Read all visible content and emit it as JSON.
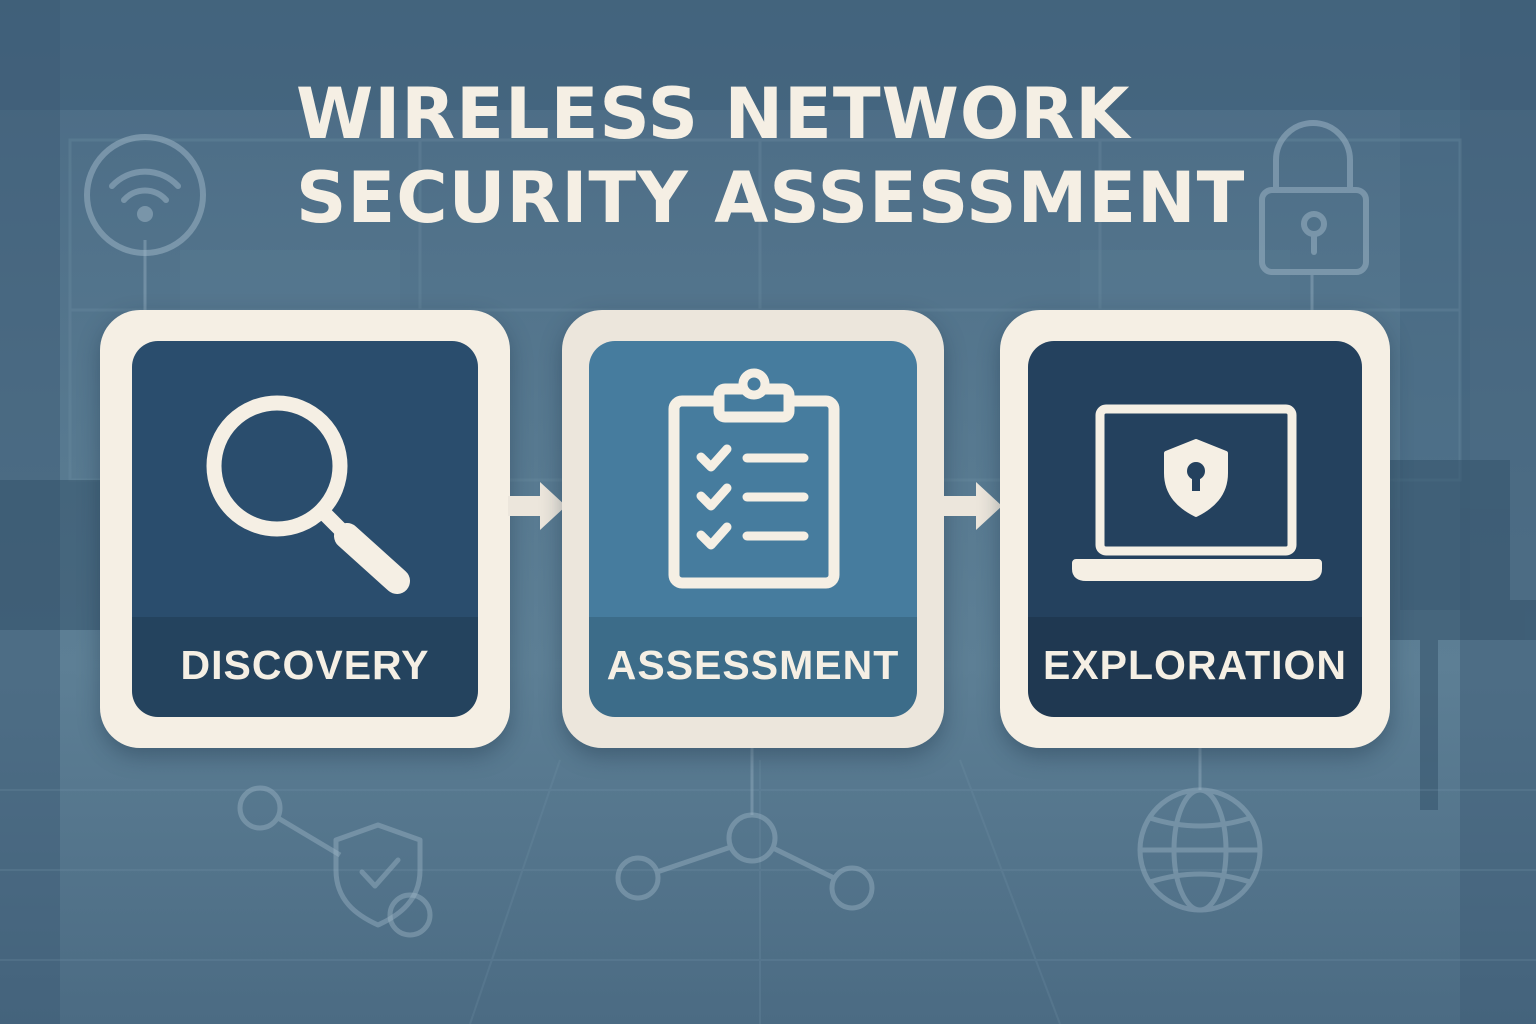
{
  "title": {
    "line1": "WIRELESS NETWORK",
    "line2": "SECURITY ASSESSMENT"
  },
  "steps": [
    {
      "label": "DISCOVERY",
      "icon": "magnifying-glass-icon"
    },
    {
      "label": "ASSESSMENT",
      "icon": "clipboard-checklist-icon"
    },
    {
      "label": "EXPLORATION",
      "icon": "laptop-shield-icon"
    }
  ],
  "colors": {
    "background": "#56788f",
    "card_frame": "#f5efe4",
    "step1_panel": "#2a4d6d",
    "step2_panel": "#467c9e",
    "step3_panel": "#24415e",
    "text": "#f5efe4"
  },
  "background_icons": [
    "wifi-icon",
    "padlock-icon",
    "network-nodes-icon",
    "shield-check-icon",
    "globe-icon"
  ]
}
